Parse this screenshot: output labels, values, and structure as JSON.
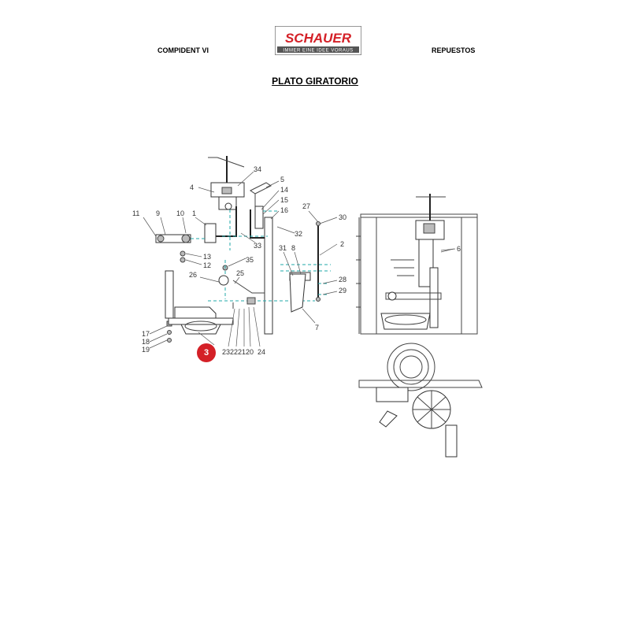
{
  "header": {
    "left": "COMPIDENT VI",
    "right": "REPUESTOS",
    "logo": {
      "brand": "SCHAUER",
      "tagline": "IMMER EINE IDEE VORAUS",
      "color": "#d42027"
    }
  },
  "title": "PLATO GIRATORIO",
  "callouts": [
    "34",
    "4",
    "5",
    "14",
    "15",
    "16",
    "27",
    "30",
    "11",
    "9",
    "10",
    "1",
    "32",
    "33",
    "2",
    "13",
    "12",
    "35",
    "31",
    "8",
    "6",
    "26",
    "25",
    "28",
    "29",
    "7",
    "17",
    "18",
    "19",
    "23",
    "22",
    "21",
    "20",
    "24"
  ],
  "marker": {
    "label": "3",
    "color": "#d42027"
  }
}
